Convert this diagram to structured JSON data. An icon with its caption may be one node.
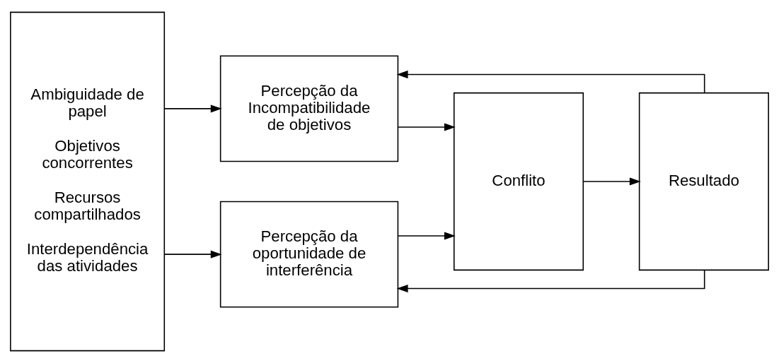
{
  "diagram": {
    "nodes": [
      {
        "text": [
          "Ambiguidade de papel",
          "Objetivos concorrentes",
          "Recursos compartilhados",
          "Interdependência das atividades"
        ]
      },
      {
        "text": [
          "Percepção da Incompatibilidade de objetivos"
        ]
      },
      {
        "text": [
          "Percepção da oportunidade de interferência"
        ]
      },
      {
        "text": [
          "Conflito"
        ]
      },
      {
        "text": [
          "Resultado"
        ]
      }
    ],
    "edges": [
      {
        "from": 0,
        "to": 1,
        "arrow": "to"
      },
      {
        "from": 0,
        "to": 2,
        "arrow": "to"
      },
      {
        "from": 1,
        "to": 3,
        "arrow": "to"
      },
      {
        "from": 2,
        "to": 3,
        "arrow": "to"
      },
      {
        "from": 3,
        "to": 4,
        "arrow": "to"
      },
      {
        "from": 4,
        "to": 1,
        "arrow": "to"
      },
      {
        "from": 4,
        "to": 2,
        "arrow": "to"
      }
    ]
  }
}
